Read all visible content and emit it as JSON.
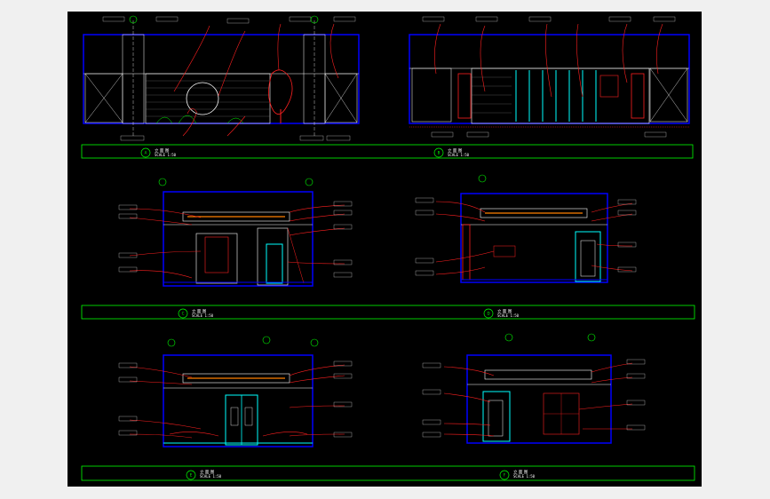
{
  "drawing": {
    "background": "#000000",
    "frame_color": "#ffffff",
    "leader_color": "#ff2020",
    "wall_color": "#0000ff",
    "accent_cyan": "#00ffff",
    "grid_green": "#00ff00",
    "panels": [
      {
        "caption": "立 面 图",
        "scale": "SCALE 1:50"
      },
      {
        "caption": "立 面 图",
        "scale": "SCALE 1:50"
      },
      {
        "caption": "立 面 图",
        "scale": "SCALE 1:50"
      },
      {
        "caption": "立 面 图",
        "scale": "SCALE 1:50"
      },
      {
        "caption": "立 面 图",
        "scale": "SCALE 1:50"
      },
      {
        "caption": "立 面 图",
        "scale": "SCALE 1:50"
      }
    ],
    "title_bars": [
      {
        "number": "A",
        "caption": "立 面 图",
        "scale": "SCALE 1:50"
      },
      {
        "number": "B",
        "caption": "立 面 图",
        "scale": "SCALE 1:50"
      },
      {
        "number": "C",
        "caption": "立 面 图",
        "scale": "SCALE 1:50"
      },
      {
        "number": "D",
        "caption": "立 面 图",
        "scale": "SCALE 1:50"
      },
      {
        "number": "E",
        "caption": "立 面 图",
        "scale": "SCALE 1:50"
      },
      {
        "number": "F",
        "caption": "立 面 图",
        "scale": "SCALE 1:50"
      }
    ]
  }
}
